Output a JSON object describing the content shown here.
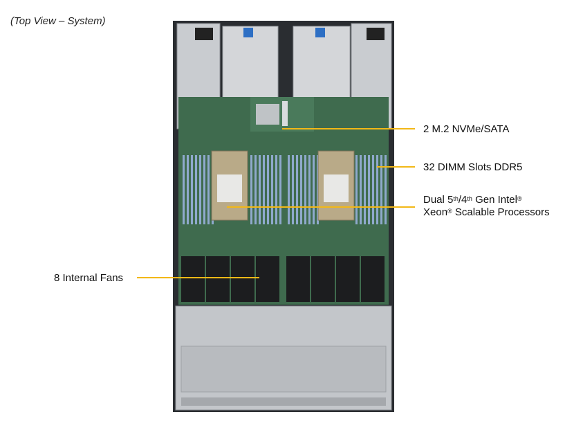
{
  "view_title": "(Top View – System)",
  "callouts": {
    "m2": {
      "text": "2 M.2 NVMe/SATA"
    },
    "dimm": {
      "text": "32 DIMM  Slots DDR5"
    },
    "cpu": {
      "line1_a": "Dual 5",
      "line1_sup1": "th",
      "line1_b": "/4",
      "line1_sup2": "th",
      "line1_c": " Gen Intel",
      "line1_sup3": "®",
      "line2_a": "Xeon",
      "line2_sup": "®",
      "line2_b": " Scalable Processors"
    },
    "fans": {
      "text": "8 Internal  Fans"
    }
  },
  "colors": {
    "callout_line": "#f2b817",
    "chassis_dark": "#2a2d31",
    "chassis_metal": "#c9ccd0",
    "pcb": "#3f6b4e",
    "dimm": "#8fa9cc",
    "heatsink": "#b9aa88",
    "fan": "#1c1d1f",
    "bracket_blue": "#2d6fc4"
  },
  "component_counts": {
    "dimm_slots": 32,
    "fans": 8,
    "processors": 2,
    "m2_slots": 2
  }
}
